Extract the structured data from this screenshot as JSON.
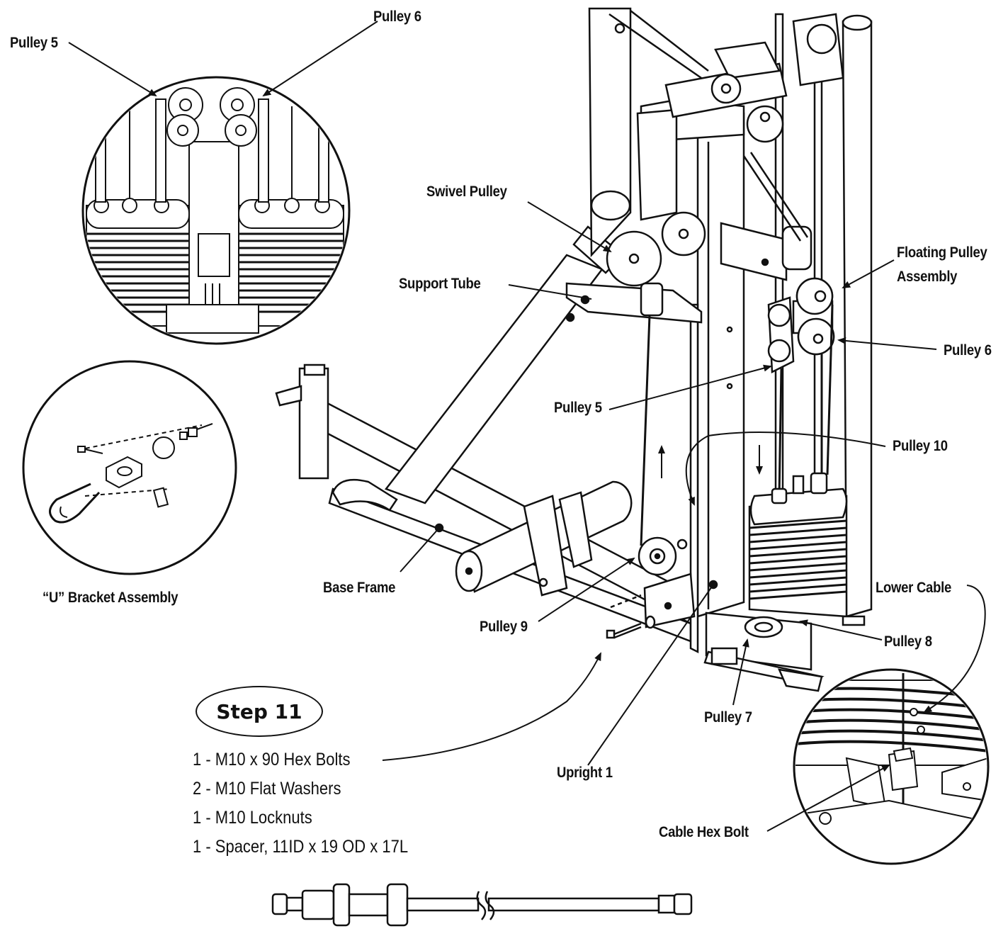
{
  "labels": {
    "pulley5_top": "Pulley 5",
    "pulley6_top": "Pulley 6",
    "swivel_pulley": "Swivel Pulley",
    "support_tube": "Support Tube",
    "floating_pulley_assembly_line1": "Floating Pulley",
    "floating_pulley_assembly_line2": "Assembly",
    "pulley6_right": "Pulley 6",
    "pulley5_mid": "Pulley 5",
    "pulley10": "Pulley 10",
    "u_bracket_assembly": "“U” Bracket Assembly",
    "base_frame": "Base Frame",
    "lower_cable": "Lower Cable",
    "pulley9": "Pulley 9",
    "pulley8": "Pulley 8",
    "pulley7": "Pulley 7",
    "upright1": "Upright 1",
    "cable_hex_bolt": "Cable Hex Bolt"
  },
  "step": {
    "title": "Step 11",
    "parts": [
      "1 - M10 x 90 Hex Bolts",
      "2 - M10 Flat Washers",
      "1 - M10 Locknuts",
      "1 - Spacer, 11ID x 19 OD x 17L"
    ]
  },
  "colors": {
    "line": "#111111",
    "fill_light": "#ffffff",
    "fill_shade": "#e6e6e6"
  }
}
